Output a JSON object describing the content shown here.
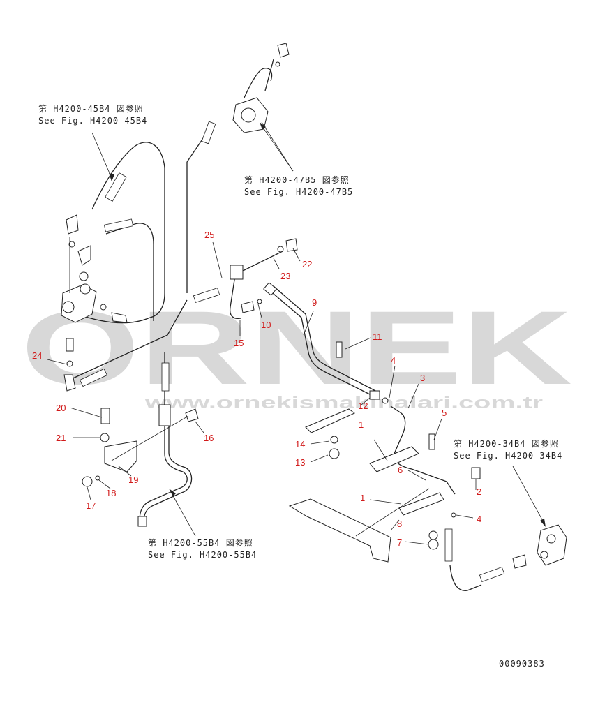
{
  "watermark": {
    "logo_text": "ORNEK",
    "url_text": "www.ornekismakinalari.com.tr"
  },
  "references": [
    {
      "jp": "第 H4200-45B4 図参照",
      "en": "See Fig. H4200-45B4"
    },
    {
      "jp": "第 H4200-47B5 図参照",
      "en": "See Fig. H4200-47B5"
    },
    {
      "jp": "第 H4200-34B4 図参照",
      "en": "See Fig. H4200-34B4"
    },
    {
      "jp": "第 H4200-55B4 図参照",
      "en": "See Fig. H4200-55B4"
    }
  ],
  "part_numbers": [
    "25",
    "22",
    "23",
    "10",
    "9",
    "15",
    "11",
    "24",
    "4",
    "3",
    "12",
    "1",
    "20",
    "14",
    "5",
    "21",
    "16",
    "13",
    "6",
    "19",
    "2",
    "18",
    "17",
    "1",
    "8",
    "4",
    "7"
  ],
  "drawing_code": "00090383",
  "colors": {
    "callout": "#d11a1a",
    "line": "#222222",
    "watermark": "#d8d8d8"
  }
}
